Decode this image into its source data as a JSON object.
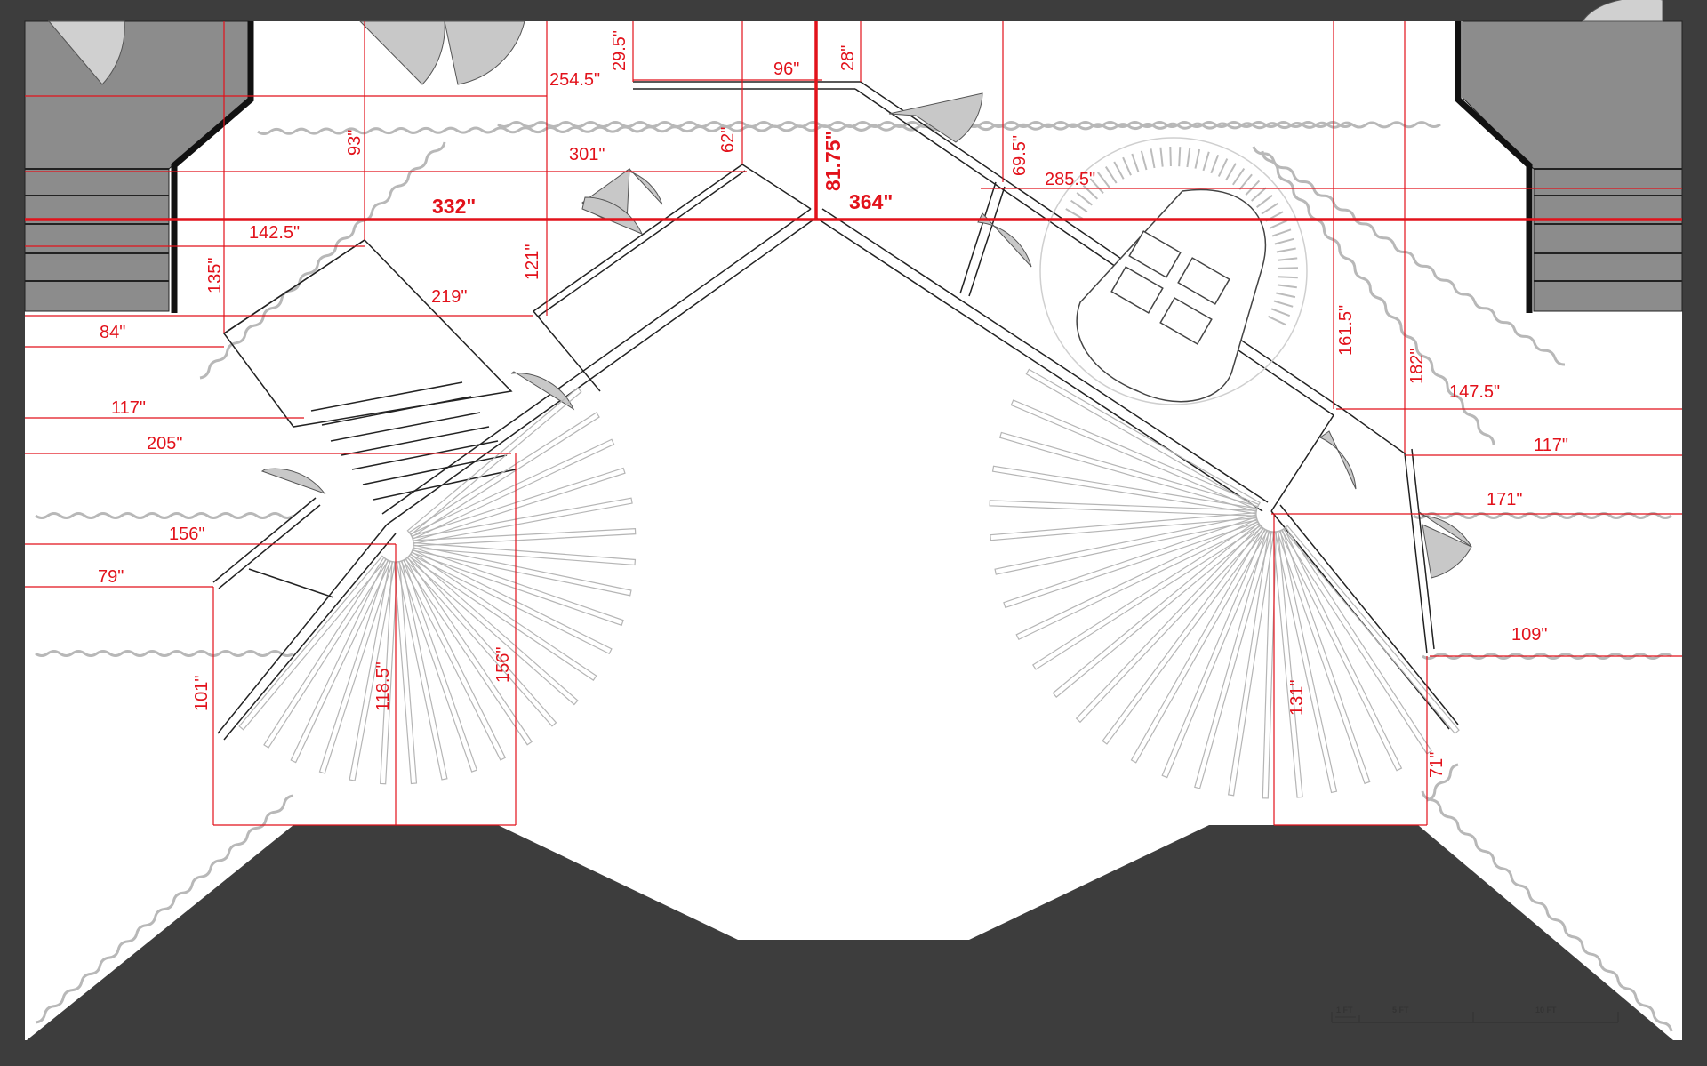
{
  "dimensions": {
    "d_254_5": "254.5\"",
    "d_29_5": "29.5\"",
    "d_96": "96\"",
    "d_28": "28\"",
    "d_93": "93\"",
    "d_301": "301\"",
    "d_62": "62\"",
    "d_81_75": "81.75\"",
    "d_69_5": "69.5\"",
    "d_285_5": "285.5\"",
    "d_332": "332\"",
    "d_364": "364\"",
    "d_142_5": "142.5\"",
    "d_135": "135\"",
    "d_121": "121\"",
    "d_219": "219\"",
    "d_84": "84\"",
    "d_117_left": "117\"",
    "d_205": "205\"",
    "d_156_left": "156\"",
    "d_79": "79\"",
    "d_101": "101\"",
    "d_118_5": "118.5\"",
    "d_156_vert": "156\"",
    "d_161_5": "161.5\"",
    "d_182": "182\"",
    "d_147_5": "147.5\"",
    "d_117_right": "117\"",
    "d_171": "171\"",
    "d_109": "109\"",
    "d_131": "131\"",
    "d_71": "71\""
  },
  "scale_bar": {
    "label_1": "1 FT",
    "label_5": "5 FT",
    "label_10": "10 FT"
  },
  "colors": {
    "dimension_red": "#e2121b",
    "surround": "#3d3d3d",
    "floor": "#ffffff",
    "stair_gray": "#8c8c8c",
    "door_gray": "#c8c8c8"
  }
}
